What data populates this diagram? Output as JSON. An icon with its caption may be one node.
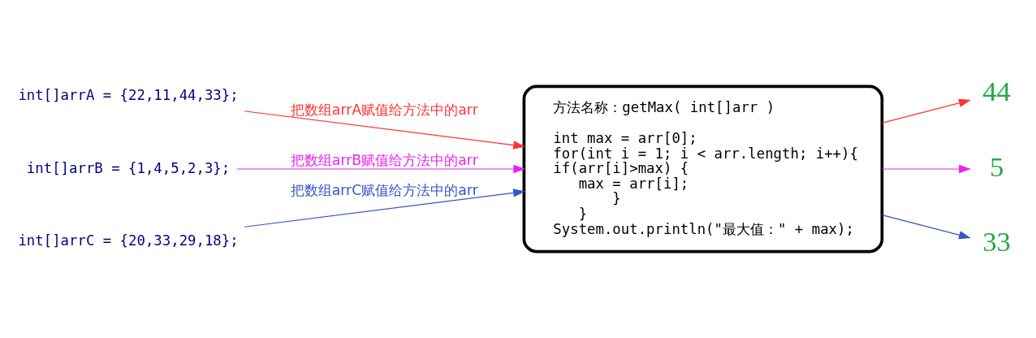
{
  "diagram": {
    "nodes": [
      {
        "text": [
          "int[]arrA = {22,11,44,33};"
        ]
      },
      {
        "text": [
          "int[]arrB = {1,4,5,2,3};"
        ]
      },
      {
        "text": [
          "int[]arrC = {20,33,29,18};"
        ]
      },
      {
        "text": [
          "方法名称：getMax( int[]arr )",
          "int max = arr[0];",
          "for(int i = 1; i < arr.length; i++){",
          "if(arr[i]>max) {",
          "max = arr[i];",
          "}",
          "}",
          "System.out.println(\"最大值：\" + max);"
        ]
      },
      {
        "text": [
          "44"
        ]
      },
      {
        "text": [
          "5"
        ]
      },
      {
        "text": [
          "33"
        ]
      }
    ],
    "edges": [
      {
        "from": 0,
        "to": 3,
        "arrow": "to",
        "label": "把数组arrA赋值给方法中的arr",
        "color": "#ff3333"
      },
      {
        "from": 1,
        "to": 3,
        "arrow": "to",
        "label": "把数组arrB赋值给方法中的arr",
        "color": "#ee22ee"
      },
      {
        "from": 2,
        "to": 3,
        "arrow": "to",
        "label": "把数组arrC赋值给方法中的arr",
        "color": "#3355cc"
      },
      {
        "from": 3,
        "to": 4,
        "arrow": "to",
        "color": "#ff3333"
      },
      {
        "from": 3,
        "to": 5,
        "arrow": "to",
        "color": "#ee22ee"
      },
      {
        "from": 3,
        "to": 6,
        "arrow": "to",
        "color": "#3355cc"
      }
    ]
  }
}
